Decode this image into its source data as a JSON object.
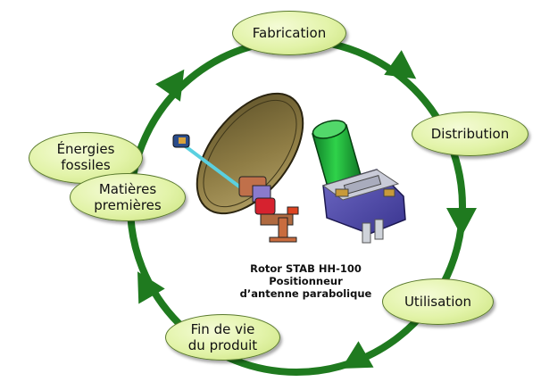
{
  "cycle": {
    "stages": {
      "fabrication": "Fabrication",
      "distribution": "Distribution",
      "utilisation": "Utilisation",
      "fin_de_vie": [
        "Fin de vie",
        "du produit"
      ],
      "energies_fossiles": [
        "Énergies",
        "fossiles"
      ],
      "matieres_premieres": [
        "Matières",
        "premières"
      ]
    },
    "arrow_color": "#1f7a1f",
    "node_fill": "#e2f3a8"
  },
  "product": {
    "caption_lines": [
      "Rotor STAB HH-100",
      "Positionneur",
      "d’antenne parabolique"
    ],
    "dish_icon": "satellite-dish-icon",
    "rotor_icon": "rotor-unit-icon"
  }
}
